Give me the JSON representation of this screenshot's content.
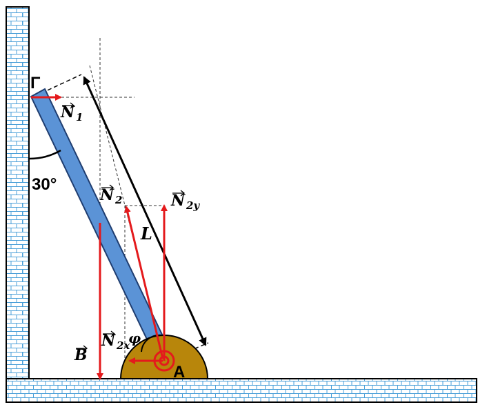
{
  "diagram": {
    "labels": {
      "gamma": "Γ",
      "angle": "30°",
      "N1": "N",
      "N1_sub": "1",
      "N2": "N",
      "N2_sub": "2",
      "N2y": "N",
      "N2y_sub": "2y",
      "N2x": "N",
      "N2x_sub": "2x",
      "B": "B",
      "L": "L",
      "phi": "φ",
      "A": "A"
    },
    "colors": {
      "brick": "#4a9fd8",
      "rod_fill": "#5b93d6",
      "rod_stroke": "#1f3d70",
      "force": "#e41a1c",
      "hinge": "#b8860b",
      "dimension": "#000000"
    },
    "icons": {
      "wall": "brick-wall",
      "floor": "brick-floor",
      "support": "semicircle-hinge"
    }
  }
}
